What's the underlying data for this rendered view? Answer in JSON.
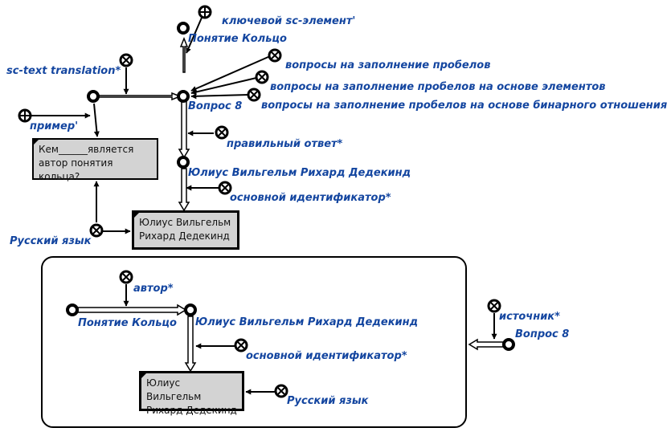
{
  "colors": {
    "label": "#1446a0",
    "line": "#000000",
    "content_box": "#d3d3d3"
  },
  "icons": {
    "key_node": "circle-plus-icon",
    "relation_node": "circle-x-icon",
    "concept_node": "hollow-circle-icon"
  },
  "labels": {
    "key_sc_element": "ключевой sc-элемент'",
    "concept_ring": "Понятие Кольцо",
    "sc_text_translation": "sc-text translation*",
    "fill_gaps": "вопросы на заполнение пробелов",
    "fill_gaps_elements": "вопросы на заполнение пробелов на основе элементов",
    "fill_gaps_binary": "вопросы на заполнение пробелов на основе бинарного отношения",
    "question8": "Вопрос 8",
    "example": "пример'",
    "correct_answer": "правильный ответ*",
    "dedekind": "Юлиус Вильгельм Рихард Дедекинд",
    "main_identifier": "основной идентификатор*",
    "russian_language": "Русский язык",
    "author": "автор*",
    "concept_ring_2": "Понятие Кольцо",
    "dedekind_2": "Юлиус Вильгельм Рихард Дедекинд",
    "main_identifier_2": "основной идентификатор*",
    "russian_language_2": "Русский язык",
    "source": "источник*",
    "question8_2": "Вопрос 8"
  },
  "boxes": {
    "question_text": "Кем______является автор понятия кольца?",
    "answer_text": "Юлиус Вильгельм Рихард Дедекинд",
    "answer_text_2": "Юлиус Вильгельм Рихард Дедекинд"
  }
}
